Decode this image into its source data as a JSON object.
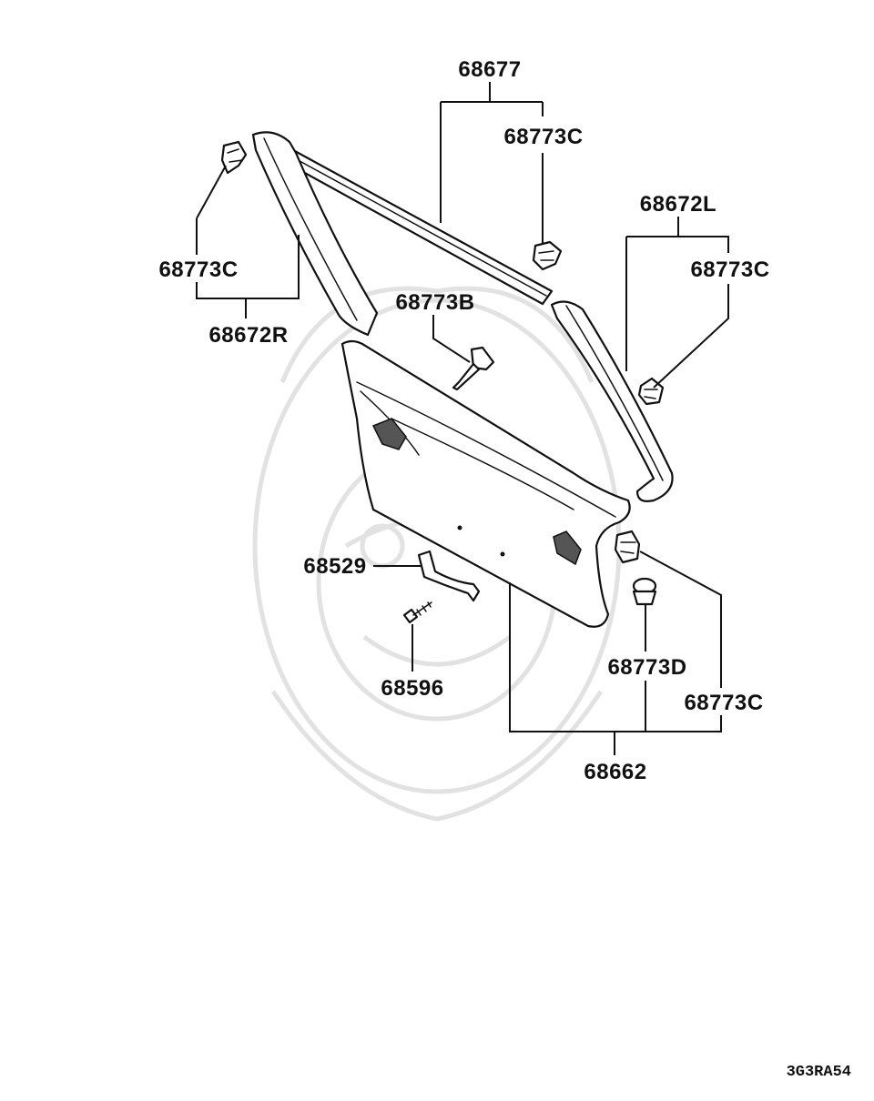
{
  "diagram": {
    "parts": {
      "trim_upper": "68677",
      "clip_upper": "68773C",
      "clip_left": "68773C",
      "trim_right": "68672R",
      "clip_right": "68773C",
      "trim_left": "68672L",
      "clip_b": "68773B",
      "handle": "68529",
      "screw": "68596",
      "clip_d": "68773D",
      "clip_lower": "68773C",
      "panel": "68662"
    },
    "drawing_code": "3G3RA54"
  }
}
